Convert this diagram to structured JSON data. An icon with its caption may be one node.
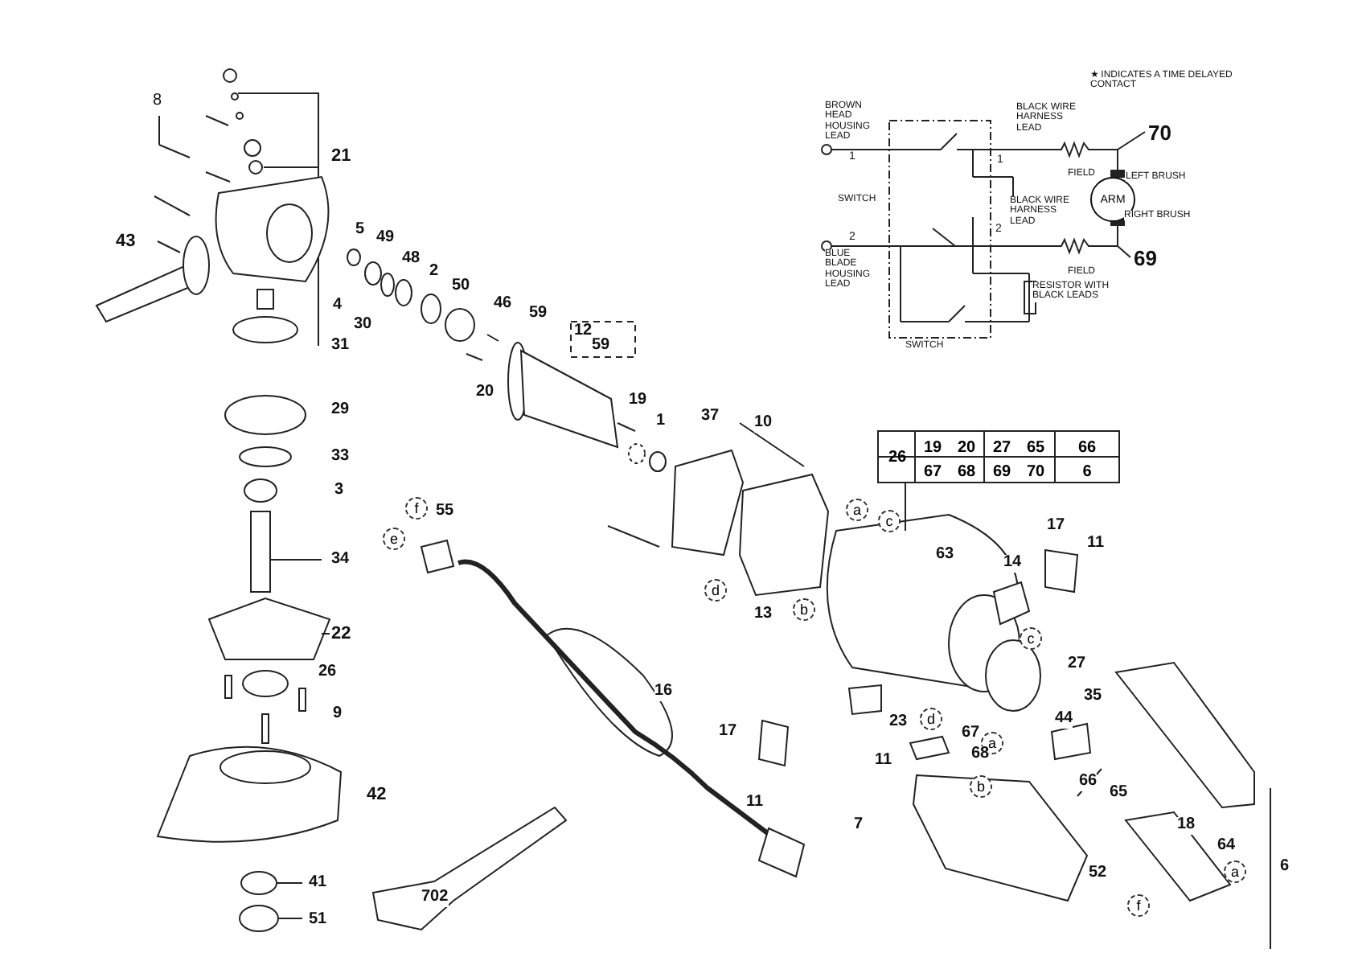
{
  "diagram": {
    "nodes": [
      {
        "text": [
          "ARM"
        ]
      },
      {
        "text": [
          "f"
        ]
      },
      {
        "text": [
          "a"
        ]
      },
      {
        "text": [
          "c"
        ]
      },
      {
        "text": [
          "e"
        ]
      },
      {
        "text": [
          "d"
        ]
      },
      {
        "text": [
          "b"
        ]
      },
      {
        "text": [
          "c"
        ]
      },
      {
        "text": [
          "d"
        ]
      },
      {
        "text": [
          "a"
        ]
      },
      {
        "text": [
          "b"
        ]
      },
      {
        "text": [
          "a"
        ]
      },
      {
        "text": [
          "f"
        ]
      }
    ],
    "edges": [],
    "labels": [
      "★ INDICATES A TIME DELAYED CONTACT",
      "BROWN HEAD HOUSING LEAD",
      "BLACK WIRE HARNESS LEAD",
      "70",
      "1",
      "1",
      "FIELD",
      "LEFT BRUSH",
      "SWITCH",
      "BLACK WIRE HARNESS LEAD",
      "2",
      "2",
      "RIGHT BRUSH",
      "BLUE BLADE HOUSING LEAD",
      "FIELD",
      "69",
      "RESISTOR WITH BLACK LEADS",
      "SWITCH",
      "8",
      "21",
      "43",
      "5",
      "49",
      "48",
      "2",
      "50",
      "46",
      "4",
      "30",
      "59",
      "12",
      "59",
      "31",
      "20",
      "29",
      "19",
      "1",
      "37",
      "10",
      "33",
      "3",
      "26",
      "19",
      "20",
      "27",
      "65",
      "66",
      "67",
      "68",
      "69",
      "70",
      "6",
      "55",
      "11",
      "17",
      "63",
      "34",
      "14",
      "13",
      "22",
      "27",
      "26",
      "35",
      "9",
      "16",
      "44",
      "23",
      "67",
      "17",
      "68",
      "11",
      "42",
      "11",
      "66",
      "65",
      "18",
      "7",
      "64",
      "6",
      "52",
      "41",
      "702",
      "51"
    ]
  }
}
